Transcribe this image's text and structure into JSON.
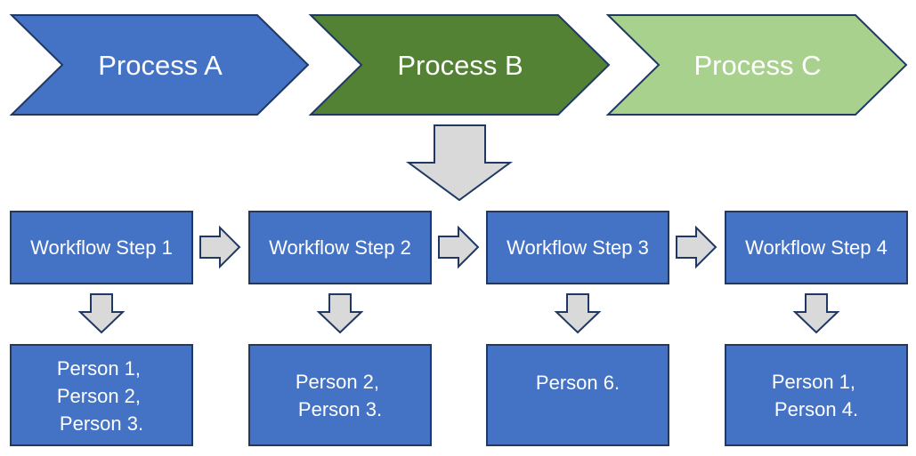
{
  "processes": [
    {
      "label": "Process A",
      "color": "#4472C4",
      "stroke": "#1F3864"
    },
    {
      "label": "Process B",
      "color": "#548235",
      "stroke": "#1F3864"
    },
    {
      "label": "Process C",
      "color": "#A9D18E",
      "stroke": "#1F3864"
    }
  ],
  "workflow_steps": [
    {
      "label": "Workflow Step 1"
    },
    {
      "label": "Workflow Step 2"
    },
    {
      "label": "Workflow Step 3"
    },
    {
      "label": "Workflow Step 4"
    }
  ],
  "assignees": [
    {
      "lines": [
        "Person 1,",
        "Person 2,",
        "Person 3."
      ]
    },
    {
      "lines": [
        "Person 2,",
        "Person 3."
      ]
    },
    {
      "lines": [
        "Person 6."
      ]
    },
    {
      "lines": [
        "Person 1,",
        "Person 4."
      ]
    }
  ],
  "colors": {
    "box_fill": "#4472C4",
    "box_stroke": "#1F3864",
    "arrow_fill": "#D9D9D9",
    "arrow_stroke": "#1F3864",
    "text": "#FFFFFF"
  }
}
